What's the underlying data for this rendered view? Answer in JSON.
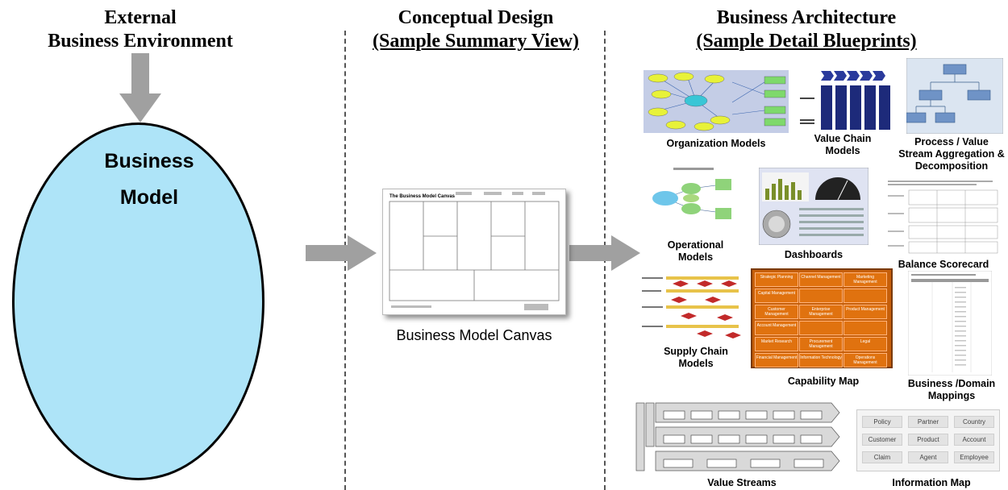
{
  "headers": {
    "external_line1": "External",
    "external_line2": "Business Environment",
    "conceptual_line1": "Conceptual Design",
    "conceptual_line2": "(Sample Summary View)",
    "architecture_line1": "Business Architecture",
    "architecture_line2": "(Sample Detail Blueprints)"
  },
  "business_model": {
    "line1": "Business",
    "line2": "Model"
  },
  "canvas": {
    "title": "The Business Model Canvas",
    "caption": "Business Model Canvas"
  },
  "blueprints": {
    "organization_models": "Organization Models",
    "value_chain_line1": "Value Chain",
    "value_chain_line2": "Models",
    "process_line1": "Process / Value",
    "process_line2": "Stream Aggregation &",
    "process_line3": "Decomposition",
    "operational_line1": "Operational",
    "operational_line2": "Models",
    "dashboards": "Dashboards",
    "balance_scorecard": "Balance Scorecard",
    "supply_chain_line1": "Supply Chain",
    "supply_chain_line2": "Models",
    "capability_map": "Capability Map",
    "business_domain_line1": "Business  /Domain",
    "business_domain_line2": "Mappings",
    "value_streams": "Value Streams",
    "information_map": "Information Map"
  },
  "capability_cells": [
    "Strategic Planning",
    "Channel Management",
    "Marketing Management",
    "Capital Management",
    "",
    "",
    "Customer Management",
    "Enterprise Management",
    "Product Management",
    "Account Management",
    "",
    "",
    "Market Research",
    "Procurement Management",
    "Legal",
    "Financial Management",
    "Information Technology",
    "Operations Management"
  ],
  "information_map_cells": [
    "Policy",
    "Partner",
    "Country",
    "Customer",
    "Product",
    "Account",
    "Claim",
    "Agent",
    "Employee"
  ],
  "colors": {
    "circle_fill": "#aee4f8",
    "arrow_gray": "#a0a0a0",
    "capability_orange": "#e0720f"
  }
}
